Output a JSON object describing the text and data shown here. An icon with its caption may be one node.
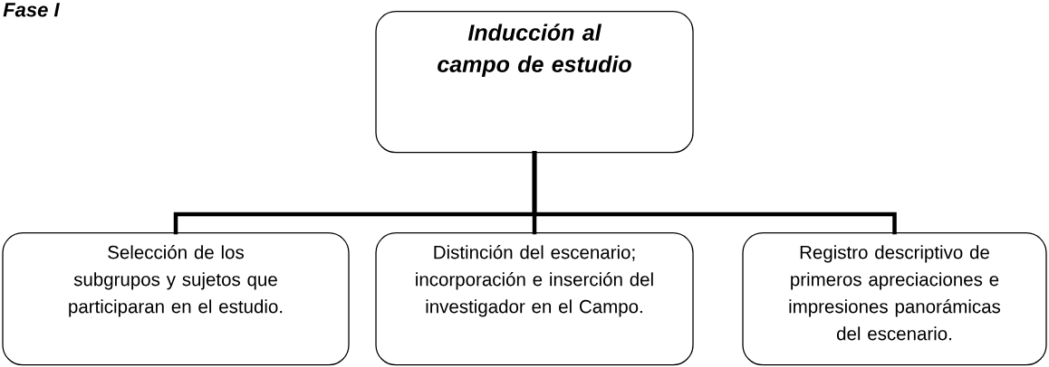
{
  "diagram": {
    "nodes": [
      {
        "text": [
          "Inducción al campo de estudio"
        ]
      },
      {
        "text": [
          "Selección de los subgrupos y sujetos que participaran en el estudio."
        ]
      },
      {
        "text": [
          "Distinción del escenario; incorporación e inserción del investigador en el Campo."
        ]
      },
      {
        "text": [
          "Registro descriptivo de primeros apreciaciones e impresiones panorámicas del escenario."
        ]
      }
    ],
    "edges": [
      {
        "from": 0,
        "to": 1,
        "arrow": "none"
      },
      {
        "from": 0,
        "to": 2,
        "arrow": "none"
      },
      {
        "from": 0,
        "to": 3,
        "arrow": "none"
      }
    ],
    "labels": [
      "Fase I"
    ]
  }
}
